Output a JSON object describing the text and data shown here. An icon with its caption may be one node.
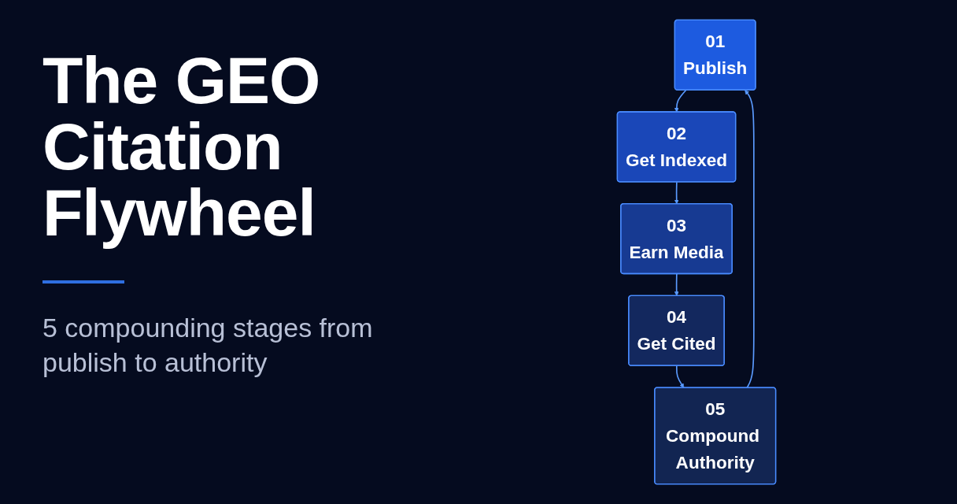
{
  "diagram": {
    "title": "The GEO Citation Flywheel",
    "nodes": [
      {
        "text": [
          "01",
          "Publish"
        ]
      },
      {
        "text": [
          "02",
          "Get Indexed"
        ]
      },
      {
        "text": [
          "03",
          "Earn Media"
        ]
      },
      {
        "text": [
          "04",
          "Get Cited"
        ]
      },
      {
        "text": [
          "05",
          "Compound Authority"
        ]
      }
    ],
    "edges": [
      {
        "from": 0,
        "to": 1,
        "arrow": "to"
      },
      {
        "from": 1,
        "to": 2,
        "arrow": "to"
      },
      {
        "from": 2,
        "to": 3,
        "arrow": "to"
      },
      {
        "from": 3,
        "to": 4,
        "arrow": "to"
      },
      {
        "from": 4,
        "to": 0,
        "arrow": "to"
      }
    ],
    "labels": [
      "5 compounding stages from publish to authority"
    ]
  }
}
